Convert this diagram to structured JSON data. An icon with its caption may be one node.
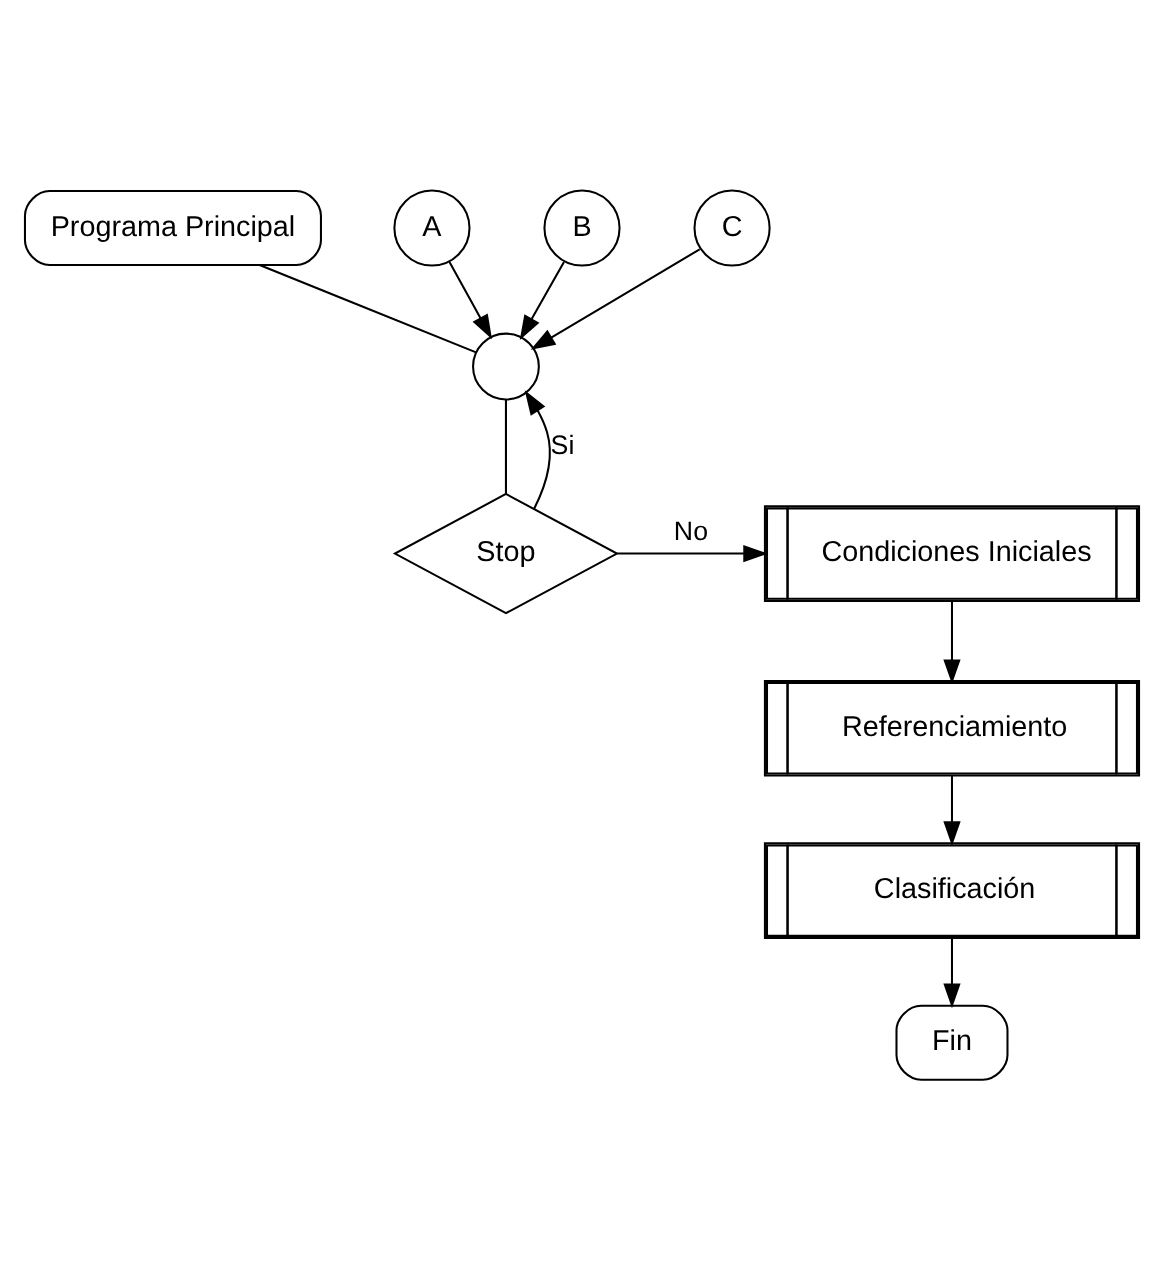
{
  "diagram": {
    "nodes": [
      {
        "text": [
          "Programa Principal"
        ]
      },
      {
        "text": [
          "A"
        ]
      },
      {
        "text": [
          "B"
        ]
      },
      {
        "text": [
          "C"
        ]
      },
      {
        "text": [],
        "shape": "circle"
      },
      {
        "text": [
          "Stop"
        ]
      },
      {
        "text": [
          "Condiciones Iniciales"
        ]
      },
      {
        "text": [
          "Referenciamiento"
        ]
      },
      {
        "text": [
          "Clasificación"
        ]
      },
      {
        "text": [
          "Fin"
        ]
      }
    ],
    "edges": [
      {
        "from": 0,
        "to": 4,
        "arrow": "none"
      },
      {
        "from": 1,
        "to": 4,
        "arrow": "to"
      },
      {
        "from": 2,
        "to": 4,
        "arrow": "to"
      },
      {
        "from": 3,
        "to": 4,
        "arrow": "to"
      },
      {
        "from": 4,
        "to": 5,
        "arrow": "none"
      },
      {
        "from": 5,
        "to": 6,
        "arrow": "to",
        "label": "No"
      },
      {
        "from": 5,
        "to": 4,
        "arrow": "to",
        "label": "Si"
      },
      {
        "from": 6,
        "to": 7,
        "arrow": "to"
      },
      {
        "from": 7,
        "to": 8,
        "arrow": "to"
      },
      {
        "from": 8,
        "to": 9,
        "arrow": "to"
      }
    ]
  }
}
